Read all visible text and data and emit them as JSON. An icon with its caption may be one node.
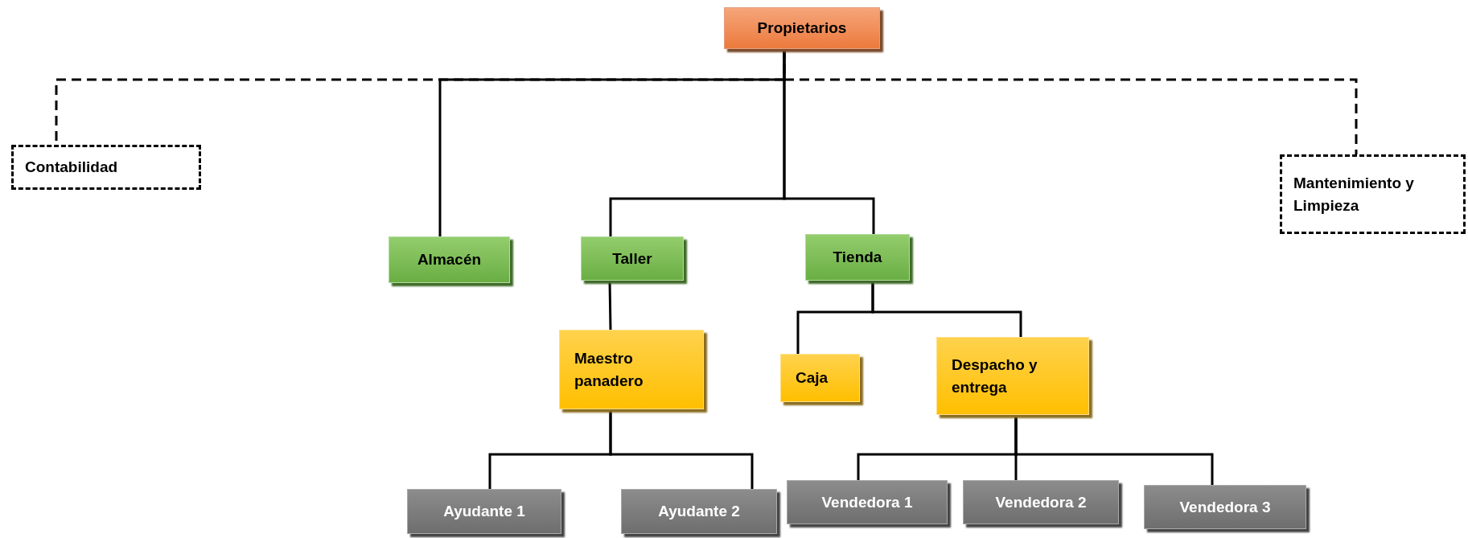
{
  "diagram": {
    "nodes": [
      {
        "text": [
          "Propietarios"
        ]
      },
      {
        "text": [
          "Contabilidad"
        ]
      },
      {
        "text": [
          "Mantenimiento y Limpieza"
        ]
      },
      {
        "text": [
          "Almacén"
        ]
      },
      {
        "text": [
          "Taller"
        ]
      },
      {
        "text": [
          "Tienda"
        ]
      },
      {
        "text": [
          "Maestro panadero"
        ]
      },
      {
        "text": [
          "Caja"
        ]
      },
      {
        "text": [
          "Despacho y entrega"
        ]
      },
      {
        "text": [
          "Ayudante 1"
        ]
      },
      {
        "text": [
          "Ayudante 2"
        ]
      },
      {
        "text": [
          "Vendedora 1"
        ]
      },
      {
        "text": [
          "Vendedora 2"
        ]
      },
      {
        "text": [
          "Vendedora 3"
        ]
      }
    ],
    "edges": [
      {
        "from": 0,
        "to": 1,
        "arrow": "none",
        "style": "dashed"
      },
      {
        "from": 0,
        "to": 2,
        "arrow": "none",
        "style": "dashed"
      },
      {
        "from": 0,
        "to": 3,
        "arrow": "none"
      },
      {
        "from": 0,
        "to": 4,
        "arrow": "none"
      },
      {
        "from": 0,
        "to": 5,
        "arrow": "none"
      },
      {
        "from": 4,
        "to": 6,
        "arrow": "none"
      },
      {
        "from": 5,
        "to": 7,
        "arrow": "none"
      },
      {
        "from": 5,
        "to": 8,
        "arrow": "none"
      },
      {
        "from": 6,
        "to": 9,
        "arrow": "none"
      },
      {
        "from": 6,
        "to": 10,
        "arrow": "none"
      },
      {
        "from": 8,
        "to": 11,
        "arrow": "none"
      },
      {
        "from": 8,
        "to": 12,
        "arrow": "none"
      },
      {
        "from": 8,
        "to": 13,
        "arrow": "none"
      }
    ]
  }
}
